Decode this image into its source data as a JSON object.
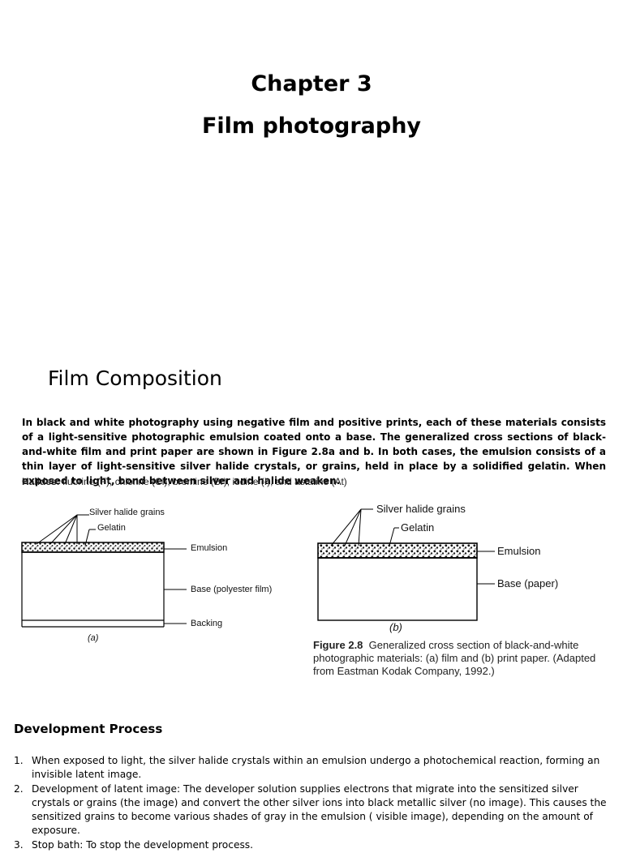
{
  "header": {
    "chapter": "Chapter 3",
    "title": "Film photography"
  },
  "section": {
    "title": "Film Composition",
    "intro": "In black and white photography using negative film and positive prints, each of these materials consists of a light-sensitive photographic emulsion coated onto a base. The generalized cross sections of black-and-white film and print paper are shown in Figure 2.8a and b. In both cases, the emulsion consists of a thin layer of light-sensitive silver halide crystals, or grains, held in place by a solidified gelatin. When exposed to light, bond between silver and halide weaken.",
    "halides_label": "Halides:",
    "halides_text": " fluorine (F), chlorine (Cl), bromine (Br), iodine (I), and astatine (At)"
  },
  "figure": {
    "a": {
      "silver_halide": "Silver halide grains",
      "gelatin": "Gelatin",
      "emulsion": "Emulsion",
      "base": "Base (polyester film)",
      "backing": "Backing",
      "panel": "(a)"
    },
    "b": {
      "silver_halide": "Silver halide grains",
      "gelatin": "Gelatin",
      "emulsion": "Emulsion",
      "base": "Base (paper)",
      "panel": "(b)"
    },
    "caption_num": "Figure 2.8",
    "caption_text": "Generalized cross section of black-and-white photographic materials: (a) film and (b) print paper. (Adapted from Eastman Kodak Company, 1992.)"
  },
  "development": {
    "title": "Development Process",
    "items": [
      {
        "num": "1.",
        "text": "When exposed to light, the silver halide crystals within an emulsion undergo a photochemical reaction, forming an invisible latent image."
      },
      {
        "num": "2.",
        "text": "Development of latent image: The developer solution supplies electrons that migrate into the sensitized silver crystals or grains (the image) and convert the other silver ions into black metallic silver (no image). This causes the sensitized grains to become various shades of gray in the emulsion ( visible image), depending on the amount of exposure."
      },
      {
        "num": "3.",
        "text": "Stop bath: To stop the development process."
      }
    ]
  }
}
